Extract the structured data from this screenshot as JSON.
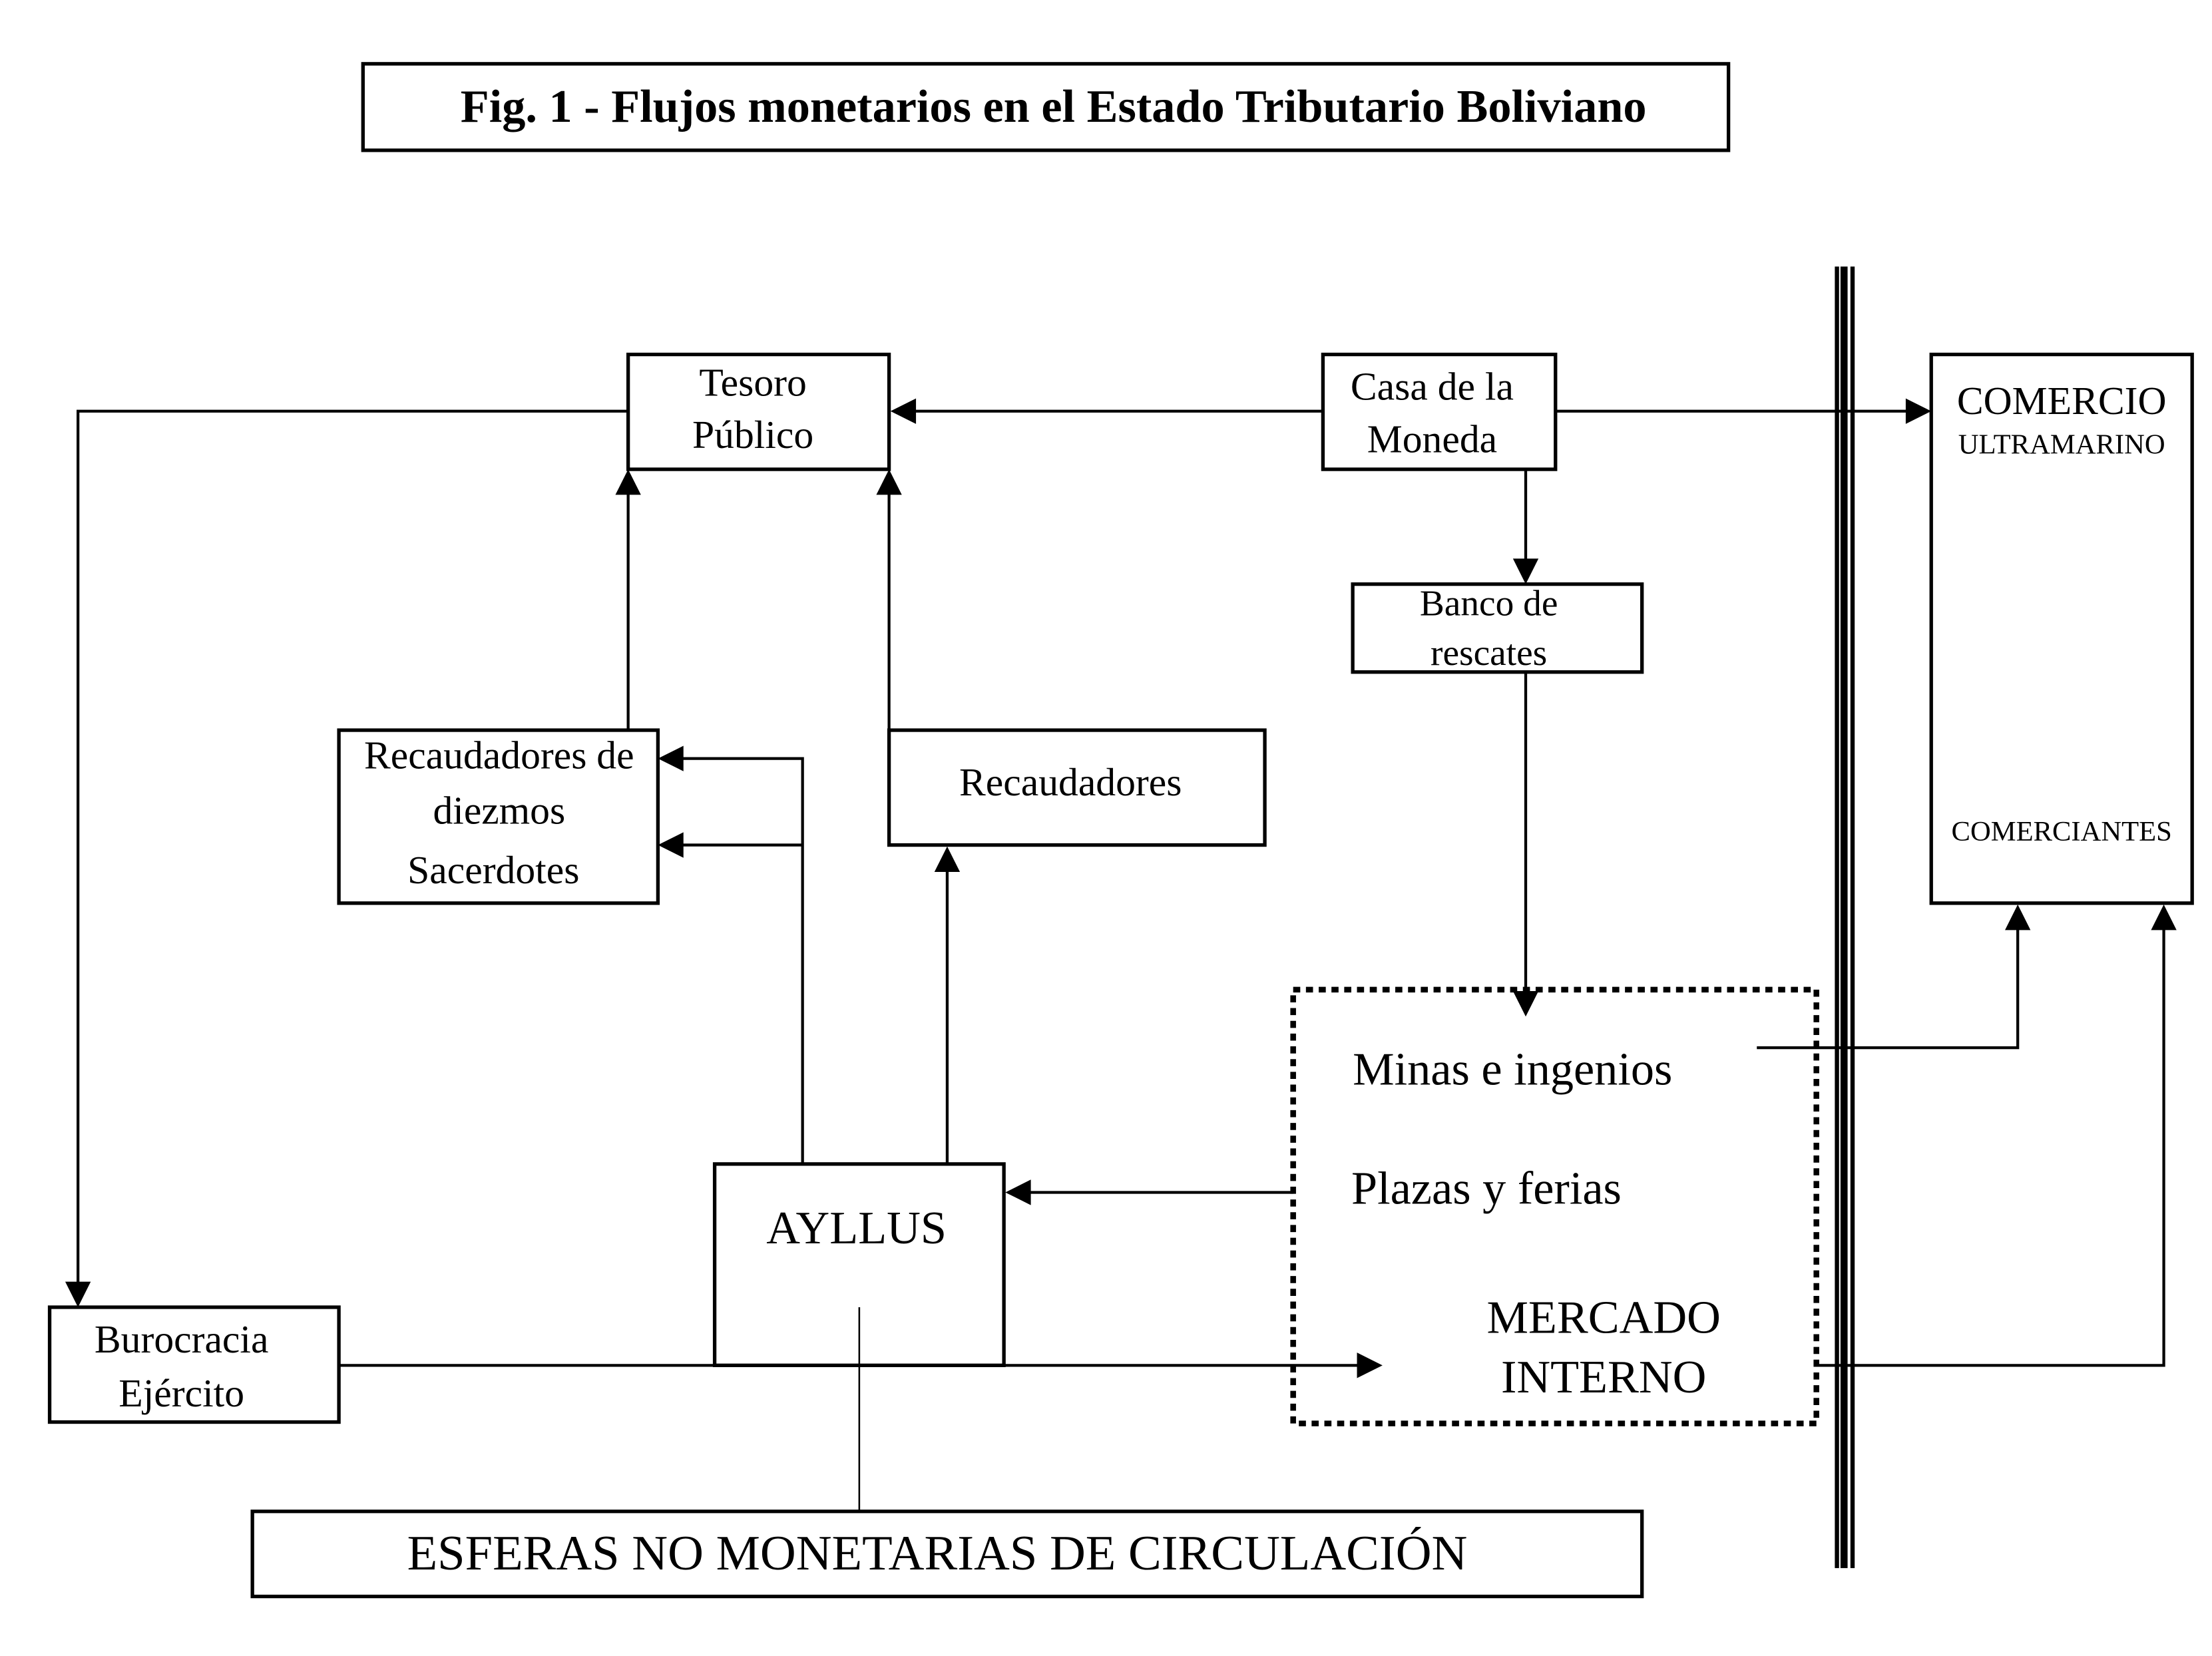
{
  "title": "Fig. 1 - Flujos monetarios en el Estado Tributario Boliviano",
  "nodes": {
    "tesoro": {
      "lines": [
        "Tesoro",
        "Público"
      ]
    },
    "casa_moneda": {
      "lines": [
        "Casa de la",
        "Moneda"
      ]
    },
    "banco_rescates": {
      "lines": [
        "Banco de",
        "rescates"
      ]
    },
    "recaudadores_diezmos": {
      "lines": [
        "Recaudadores de",
        "diezmos",
        "Sacerdotes"
      ]
    },
    "recaudadores": {
      "lines": [
        "Recaudadores"
      ]
    },
    "comercio": {
      "title": "COMERCIO",
      "subtitle": "ULTRAMARINO",
      "footer": "COMERCIANTES"
    },
    "mercado": {
      "items": [
        "Minas e ingenios",
        "Plazas y ferias"
      ],
      "lines": [
        "MERCADO",
        "INTERNO"
      ]
    },
    "ayllus": {
      "lines": [
        "AYLLUS"
      ]
    },
    "burocracia": {
      "lines": [
        "Burocracia",
        "Ejército"
      ]
    },
    "esferas": {
      "lines": [
        "ESFERAS NO MONETARIAS DE CIRCULACIÓN"
      ]
    }
  },
  "edges": [
    {
      "from": "casa_moneda",
      "to": "tesoro"
    },
    {
      "from": "casa_moneda",
      "to": "comercio"
    },
    {
      "from": "casa_moneda",
      "to": "banco_rescates"
    },
    {
      "from": "banco_rescates",
      "to": "mercado"
    },
    {
      "from": "tesoro",
      "to": "burocracia"
    },
    {
      "from": "recaudadores_diezmos",
      "to": "tesoro"
    },
    {
      "from": "recaudadores",
      "to": "tesoro"
    },
    {
      "from": "ayllus",
      "to": "recaudadores_diezmos"
    },
    {
      "from": "ayllus",
      "to": "recaudadores"
    },
    {
      "from": "mercado",
      "to": "ayllus"
    },
    {
      "from": "burocracia",
      "to": "mercado"
    },
    {
      "from": "mercado",
      "to": "comercio"
    },
    {
      "from": "ayllus",
      "to": "esferas"
    }
  ]
}
